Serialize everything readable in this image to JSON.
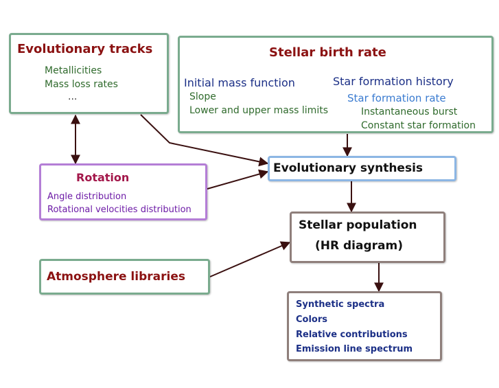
{
  "colors": {
    "green_border": "#7aab8e",
    "purple_border": "#b47ed6",
    "blue_border": "#8cb6e4",
    "brown_border": "#8f7f7b",
    "dark_red": "#8b1212",
    "crimson": "#a3174a",
    "green_text": "#2f6a2c",
    "navy": "#1b2f86",
    "sky": "#3a7bd0",
    "purple_text": "#6c1aa6",
    "arrow": "#3a1010"
  },
  "evolutionary_tracks": {
    "title": "Evolutionary tracks",
    "items": [
      "Metallicities",
      "Mass loss rates",
      "..."
    ]
  },
  "stellar_birth_rate": {
    "title": "Stellar birth rate",
    "imf": {
      "label": "Initial mass function",
      "items": [
        "Slope",
        "Lower and upper mass limits"
      ]
    },
    "sfh": {
      "label": "Star formation history",
      "sfr_label": "Star formation rate",
      "items": [
        "Instantaneous burst",
        "Constant star formation"
      ]
    }
  },
  "rotation": {
    "title": "Rotation",
    "items": [
      "Angle distribution",
      "Rotational velocities distribution"
    ]
  },
  "evolutionary_synthesis": {
    "title": "Evolutionary synthesis"
  },
  "stellar_population": {
    "title_line1": "Stellar population",
    "title_line2": "(HR diagram)"
  },
  "atmosphere_libraries": {
    "title": "Atmosphere libraries"
  },
  "outputs": {
    "items": [
      "Synthetic spectra",
      "Colors",
      "Relative contributions",
      "Emission line spectrum"
    ]
  }
}
